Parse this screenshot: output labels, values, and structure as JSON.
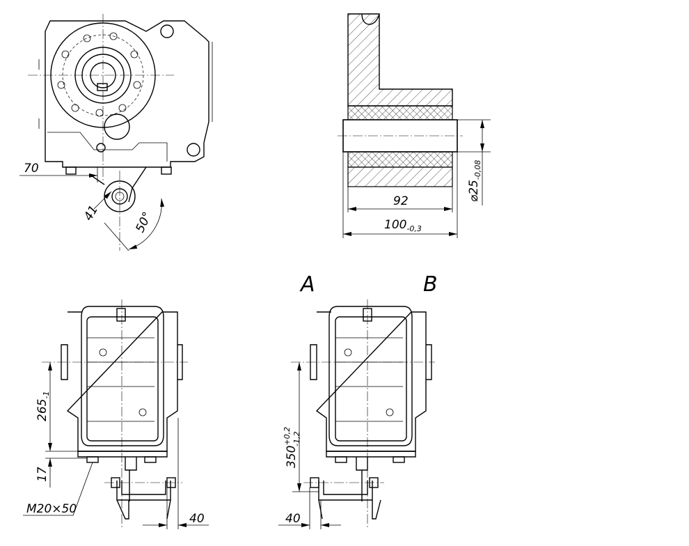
{
  "labels": {
    "dim_70": "70",
    "dim_41": "41",
    "dim_50deg": "50°",
    "dim_92": "92",
    "dim_100": "100",
    "dim_100_tol": "-0,3",
    "dim_d25": "⌀25",
    "dim_d25_tol": "-0,08",
    "view_a": "A",
    "view_b": "B",
    "dim_265": "265",
    "dim_265_tol": "-1",
    "dim_17": "17",
    "bolt_spec": "M20×50",
    "dim_40_left": "40",
    "dim_40_right": "40",
    "dim_350": "350",
    "dim_350_tol_upper": "+0,2",
    "dim_350_tol_lower": "-1,2"
  }
}
